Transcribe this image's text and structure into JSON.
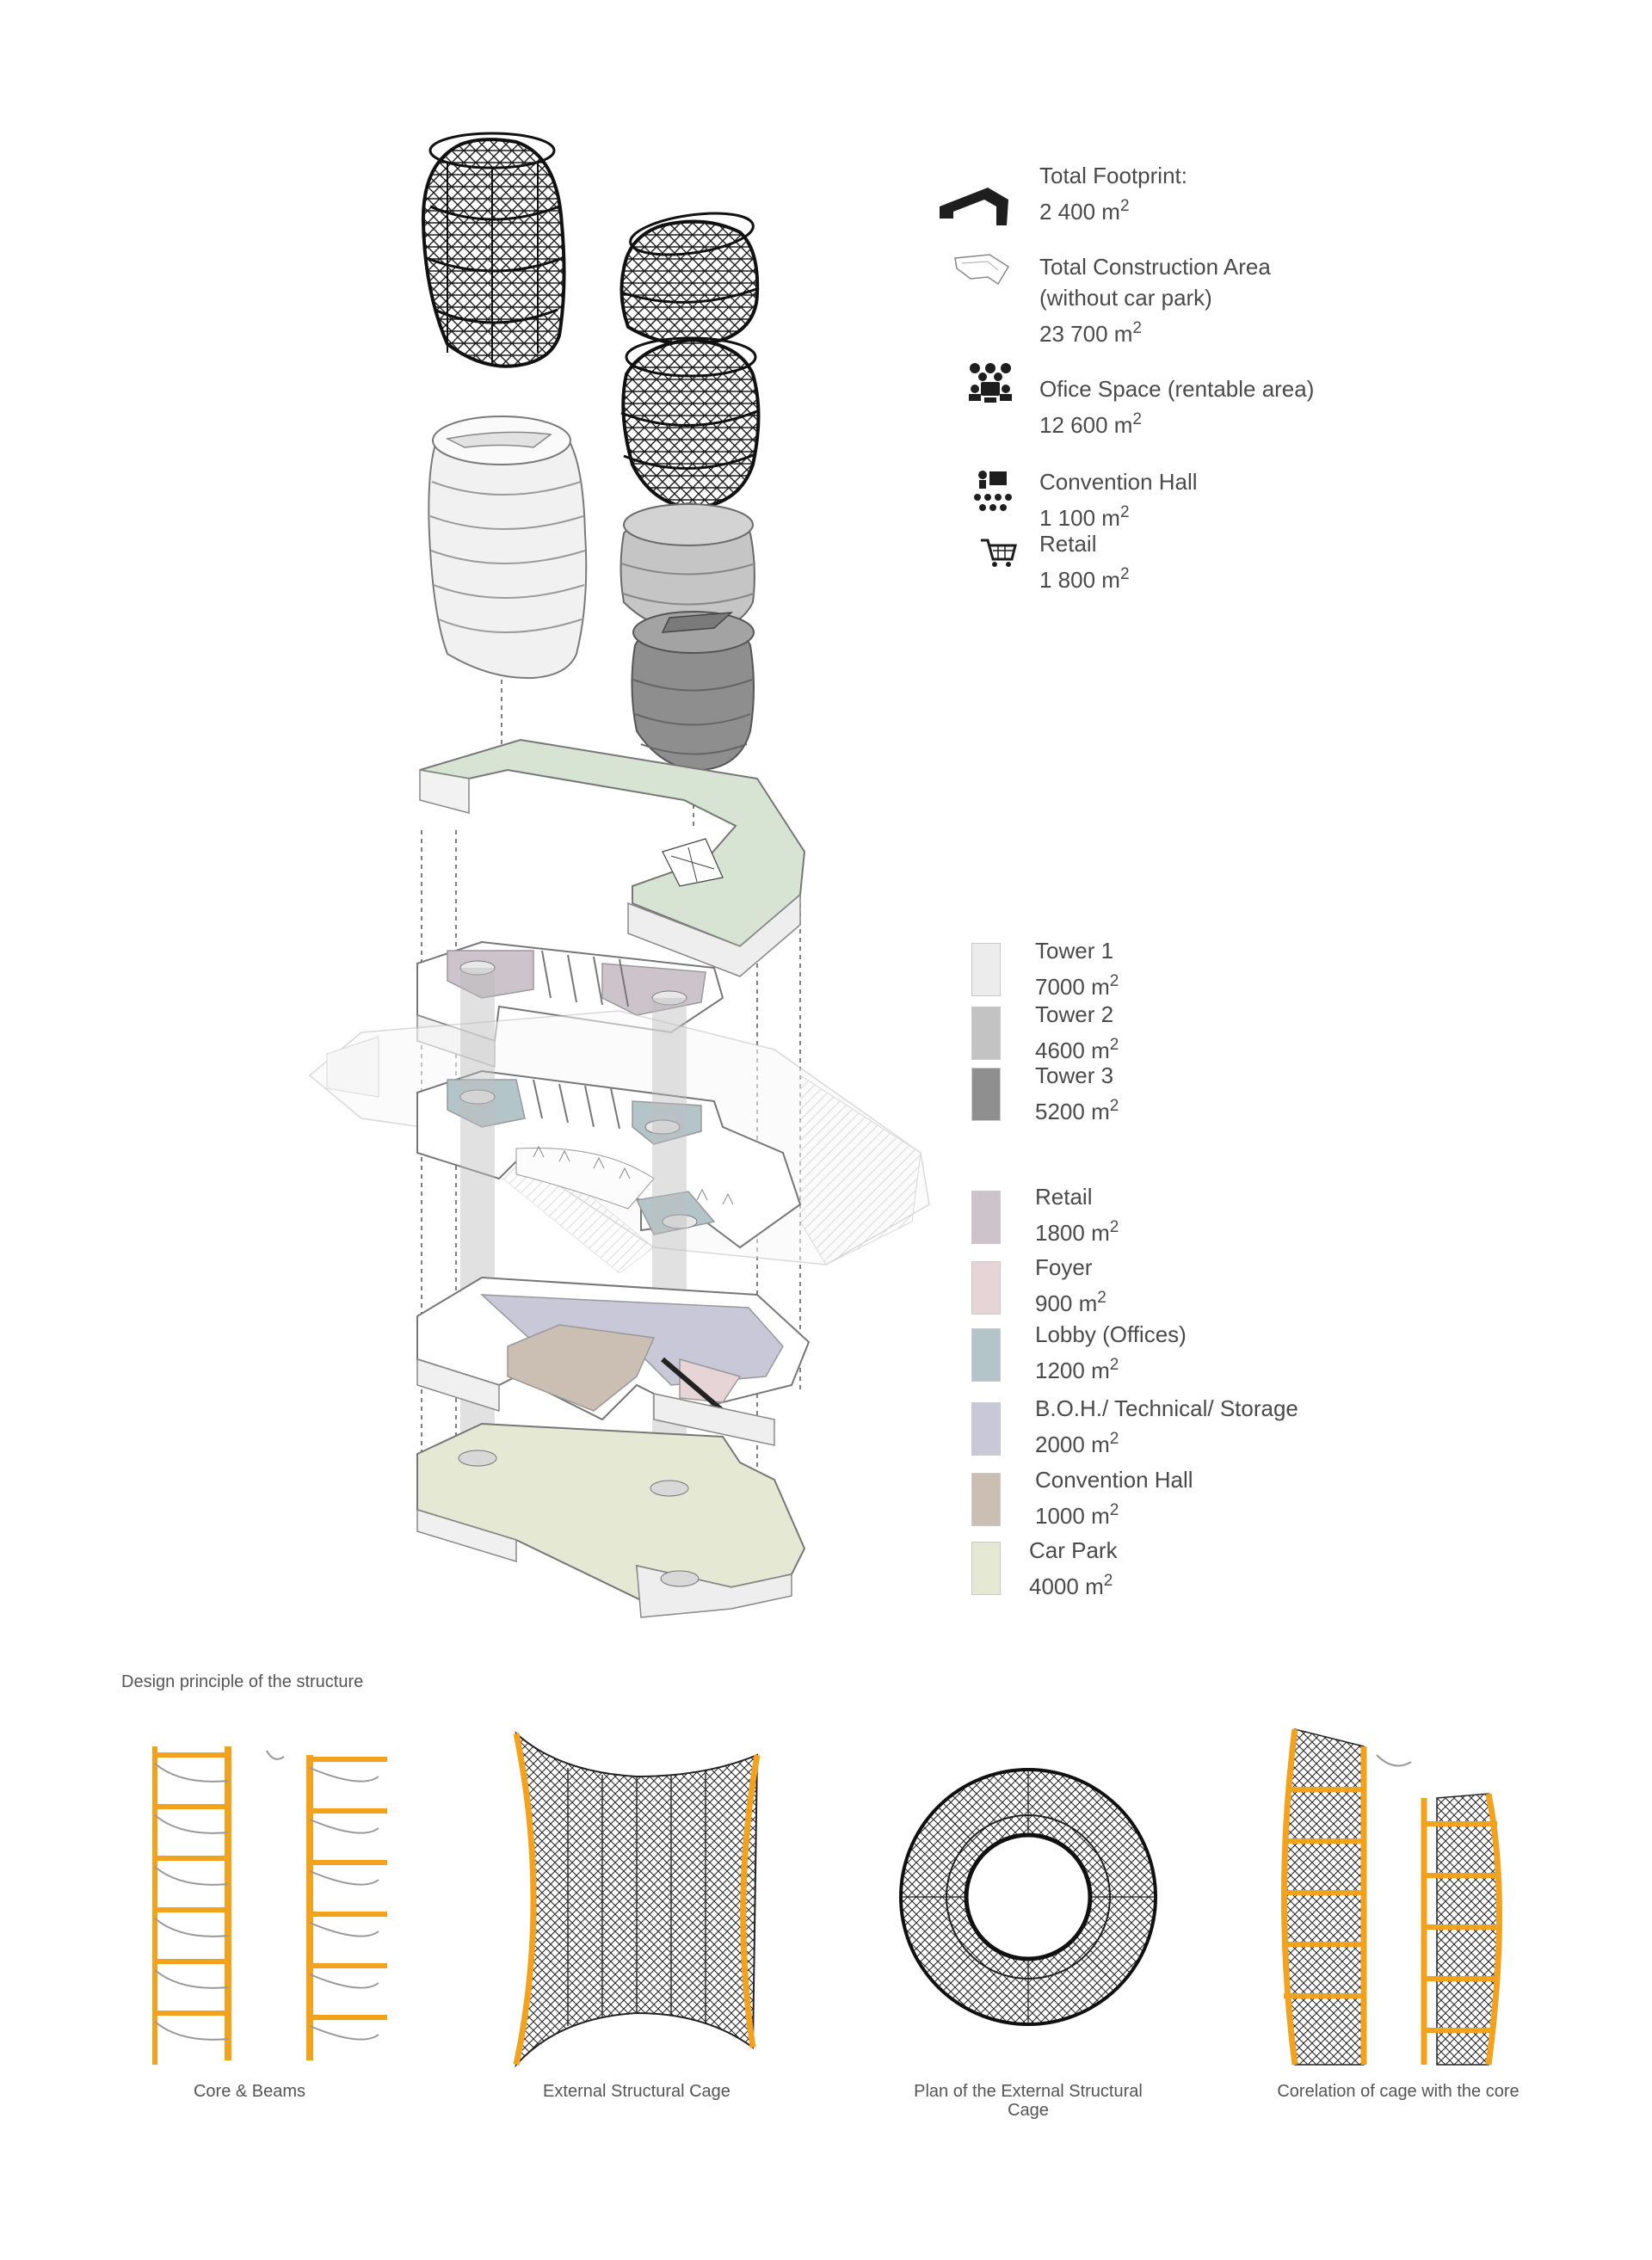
{
  "stats": [
    {
      "icon": "footprint-icon",
      "label_lines": [
        "Total Footprint:"
      ],
      "value": "2 400 m",
      "unit_sup": "2"
    },
    {
      "icon": "construction-area-icon",
      "label_lines": [
        "Total Construction Area",
        "(without car park)"
      ],
      "value": "23 700 m",
      "unit_sup": "2"
    },
    {
      "icon": "office-people-icon",
      "label_lines": [
        "Ofice Space (rentable area)"
      ],
      "value": "12 600 m",
      "unit_sup": "2"
    },
    {
      "icon": "convention-hall-icon",
      "label_lines": [
        "Convention Hall"
      ],
      "value": "1 100 m",
      "unit_sup": "2"
    },
    {
      "icon": "shopping-cart-icon",
      "label_lines": [
        "Retail"
      ],
      "value": "1 800 m",
      "unit_sup": "2"
    }
  ],
  "tower_legend": [
    {
      "name": "Tower 1",
      "value": "7000 m",
      "unit_sup": "2",
      "color": "#ececec"
    },
    {
      "name": "Tower 2",
      "value": "4600 m",
      "unit_sup": "2",
      "color": "#c3c3c3"
    },
    {
      "name": "Tower 3",
      "value": "5200 m",
      "unit_sup": "2",
      "color": "#8f8f8f"
    }
  ],
  "program_legend": [
    {
      "name": "Retail",
      "value": "1800 m",
      "unit_sup": "2",
      "color": "#cdc4cb"
    },
    {
      "name": "Foyer",
      "value": "900 m",
      "unit_sup": "2",
      "color": "#e6d4d6"
    },
    {
      "name": "Lobby (Offices)",
      "value": "1200 m",
      "unit_sup": "2",
      "color": "#b4c5ca"
    },
    {
      "name": "B.O.H./ Technical/ Storage",
      "value": "2000 m",
      "unit_sup": "2",
      "color": "#c9c8d8"
    },
    {
      "name": "Convention Hall",
      "value": "1000 m",
      "unit_sup": "2",
      "color": "#cbbeb2"
    },
    {
      "name": "Car Park",
      "value": "4000 m",
      "unit_sup": "2",
      "color": "#e5e8d3"
    }
  ],
  "structure_section": {
    "title": "Design principle of the structure",
    "captions": [
      {
        "lines": [
          "Core & Beams"
        ]
      },
      {
        "lines": [
          "External Structural Cage"
        ]
      },
      {
        "lines": [
          "Plan of the External Structural",
          "Cage"
        ]
      },
      {
        "lines": [
          "Corelation of cage with the core"
        ]
      }
    ],
    "accent_color": "#f2a21c"
  },
  "colors": {
    "text": "#4a4a4a",
    "mesh": "#222222",
    "tower1": "#ececec",
    "tower2": "#c3c3c3",
    "tower3": "#8f8f8f",
    "roof_green": "#d7e4d4"
  }
}
